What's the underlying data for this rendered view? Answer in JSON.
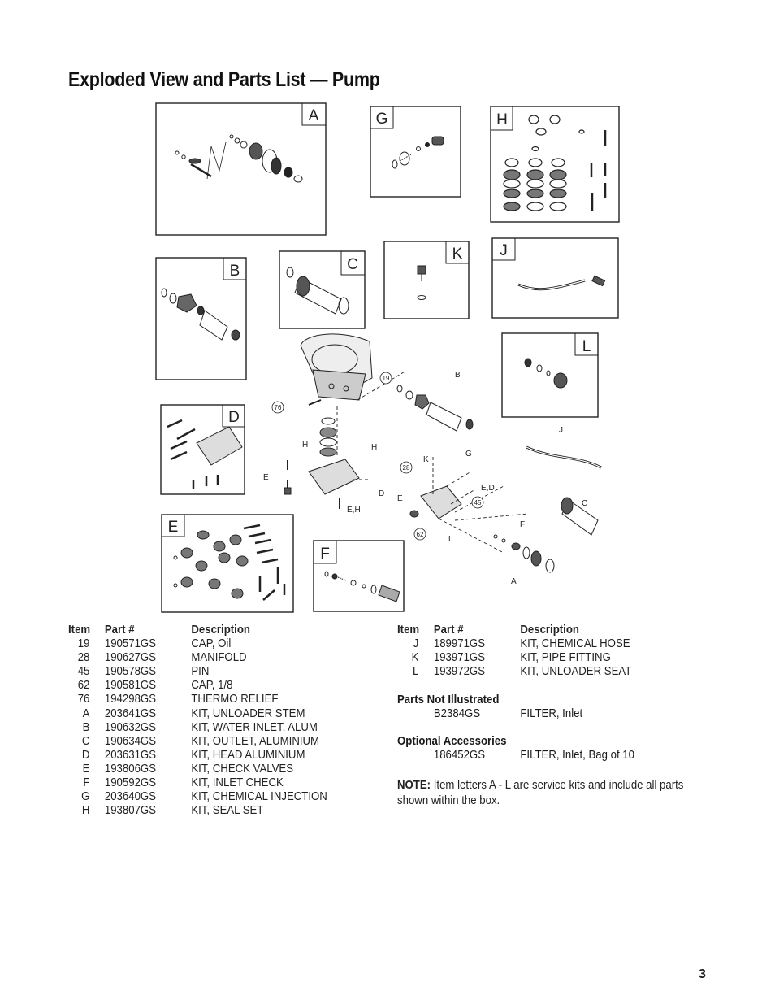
{
  "page": {
    "title": "Exploded View and Parts List — Pump",
    "page_number": "3"
  },
  "diagram": {
    "box_labels": [
      "A",
      "G",
      "H",
      "B",
      "C",
      "K",
      "J",
      "L",
      "D",
      "E",
      "F"
    ],
    "callouts": {
      "n19": "19",
      "n76": "76",
      "n28": "28",
      "n45": "45",
      "n62": "62",
      "lB": "B",
      "lJ": "J",
      "lK": "K",
      "lG": "G",
      "lH": "H",
      "lE": "E",
      "lD": "D",
      "lEH": "E,H",
      "lED": "E,D",
      "lF": "F",
      "lC": "C",
      "lL": "L",
      "lA": "A",
      "lE2": "E",
      "lH2": "H"
    }
  },
  "table_left": {
    "headers": {
      "item": "Item",
      "part": "Part #",
      "desc": "Description"
    },
    "rows": [
      {
        "item": "19",
        "part": "190571GS",
        "desc": "CAP, Oil"
      },
      {
        "item": "28",
        "part": "190627GS",
        "desc": "MANIFOLD"
      },
      {
        "item": "45",
        "part": "190578GS",
        "desc": "PIN"
      },
      {
        "item": "62",
        "part": "190581GS",
        "desc": "CAP, 1/8"
      },
      {
        "item": "76",
        "part": "194298GS",
        "desc": "THERMO RELIEF"
      },
      {
        "item": "A",
        "part": "203641GS",
        "desc": "KIT, UNLOADER STEM"
      },
      {
        "item": "B",
        "part": "190632GS",
        "desc": "KIT, WATER INLET, ALUM"
      },
      {
        "item": "C",
        "part": "190634GS",
        "desc": "KIT, OUTLET, ALUMINIUM"
      },
      {
        "item": "D",
        "part": "203631GS",
        "desc": "KIT, HEAD ALUMINIUM"
      },
      {
        "item": "E",
        "part": "193806GS",
        "desc": "KIT, CHECK VALVES"
      },
      {
        "item": "F",
        "part": "190592GS",
        "desc": "KIT, INLET CHECK"
      },
      {
        "item": "G",
        "part": "203640GS",
        "desc": "KIT, CHEMICAL INJECTION"
      },
      {
        "item": "H",
        "part": "193807GS",
        "desc": "KIT, SEAL SET"
      }
    ]
  },
  "table_right": {
    "headers": {
      "item": "Item",
      "part": "Part #",
      "desc": "Description"
    },
    "rows": [
      {
        "item": "J",
        "part": "189971GS",
        "desc": "KIT, CHEMICAL HOSE"
      },
      {
        "item": "K",
        "part": "193971GS",
        "desc": "KIT, PIPE FITTING"
      },
      {
        "item": "L",
        "part": "193972GS",
        "desc": "KIT, UNLOADER SEAT"
      }
    ]
  },
  "parts_not_illustrated": {
    "heading": "Parts Not Illustrated",
    "part": "B2384GS",
    "desc": "FILTER, Inlet"
  },
  "optional_accessories": {
    "heading": "Optional Accessories",
    "part": "186452GS",
    "desc": "FILTER, Inlet, Bag of 10"
  },
  "note": {
    "label": "NOTE:",
    "text": "Item letters A - L are service kits and include all parts shown within the box."
  }
}
